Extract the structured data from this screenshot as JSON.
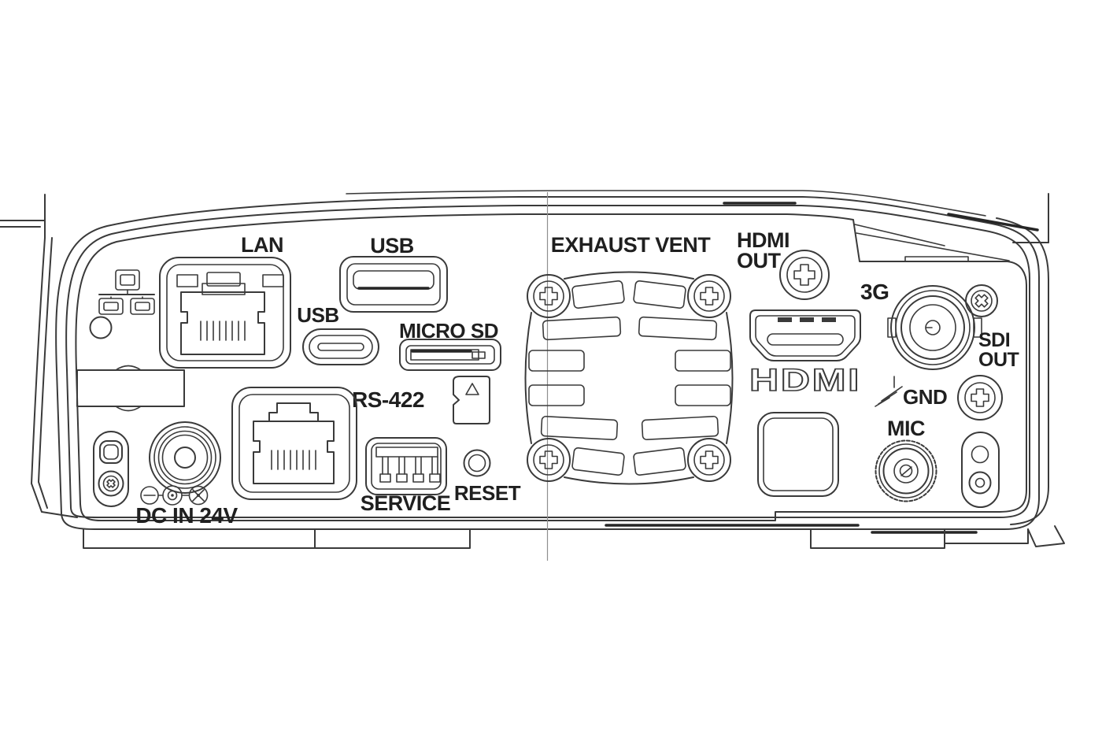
{
  "diagram": {
    "type": "technical-line-drawing",
    "colors": {
      "background": "#ffffff",
      "line": "#3a3a3a",
      "soft": "#8f8f8f",
      "text": "#1f1f1f"
    },
    "labels": {
      "lan": "LAN",
      "usb_top": "USB",
      "usb_side": "USB",
      "micro_sd": "MICRO SD",
      "rs422": "RS-422",
      "service": "SERVICE",
      "reset": "RESET",
      "exhaust_vent": "EXHAUST VENT",
      "hdmi_out_line1": "HDMI",
      "hdmi_out_line2": "OUT",
      "hdmi_logo": "HDMI",
      "three_g": "3G",
      "sdi_out_line1": "SDI",
      "sdi_out_line2": "OUT",
      "gnd": "GND",
      "mic": "MIC",
      "dc_in": "DC IN 24V"
    }
  }
}
